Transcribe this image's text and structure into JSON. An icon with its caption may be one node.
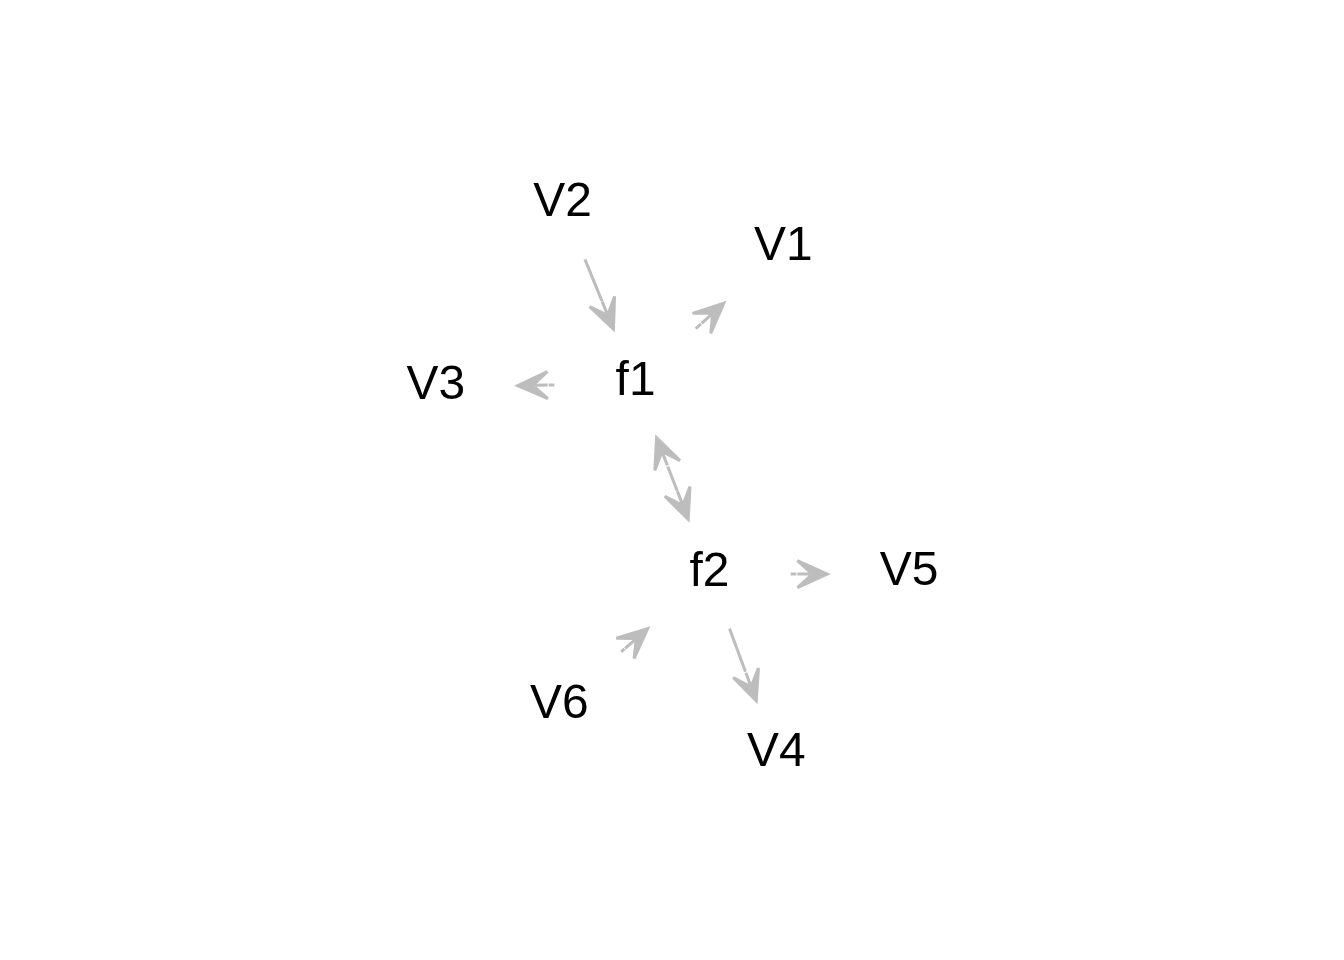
{
  "diagram": {
    "nodes": [
      {
        "text": [
          "V2"
        ]
      },
      {
        "text": [
          "V1"
        ]
      },
      {
        "text": [
          "V4"
        ]
      },
      {
        "text": [
          "f1"
        ]
      },
      {
        "text": [
          "f2"
        ]
      },
      {
        "text": [
          "V3"
        ]
      },
      {
        "text": [
          "V6"
        ]
      },
      {
        "text": [
          "V5"
        ]
      }
    ],
    "edges": [
      {
        "from": 3,
        "to": 1,
        "arrow": "to"
      },
      {
        "from": 0,
        "to": 3,
        "arrow": "to"
      },
      {
        "from": 3,
        "to": 5,
        "arrow": "to"
      },
      {
        "from": 3,
        "to": 4,
        "arrow": "both"
      },
      {
        "from": 4,
        "to": 2,
        "arrow": "to"
      },
      {
        "from": 4,
        "to": 7,
        "arrow": "to"
      },
      {
        "from": 6,
        "to": 4,
        "arrow": "to"
      }
    ]
  }
}
